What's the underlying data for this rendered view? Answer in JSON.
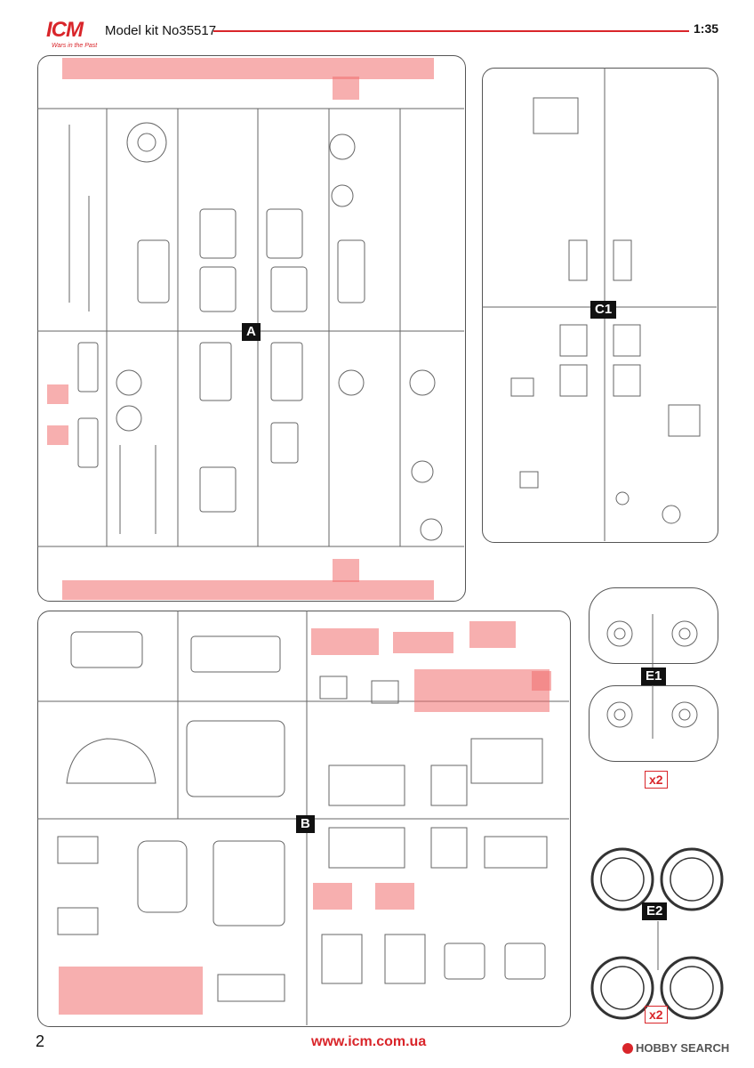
{
  "header": {
    "brand": "ICM",
    "tagline": "Wars in the Past",
    "model_title": "Model kit No35517",
    "scale": "1:35"
  },
  "sprues": {
    "A": "A",
    "B": "B",
    "C1": "C1",
    "E1": "E1",
    "E2": "E2"
  },
  "multipliers": {
    "e1": "x2",
    "e2": "x2"
  },
  "footer": {
    "page_number": "2",
    "url": "www.icm.com.ua",
    "watermark": "HOBBY SEARCH"
  },
  "colors": {
    "accent": "#d9252a",
    "highlight": "#f07070"
  }
}
